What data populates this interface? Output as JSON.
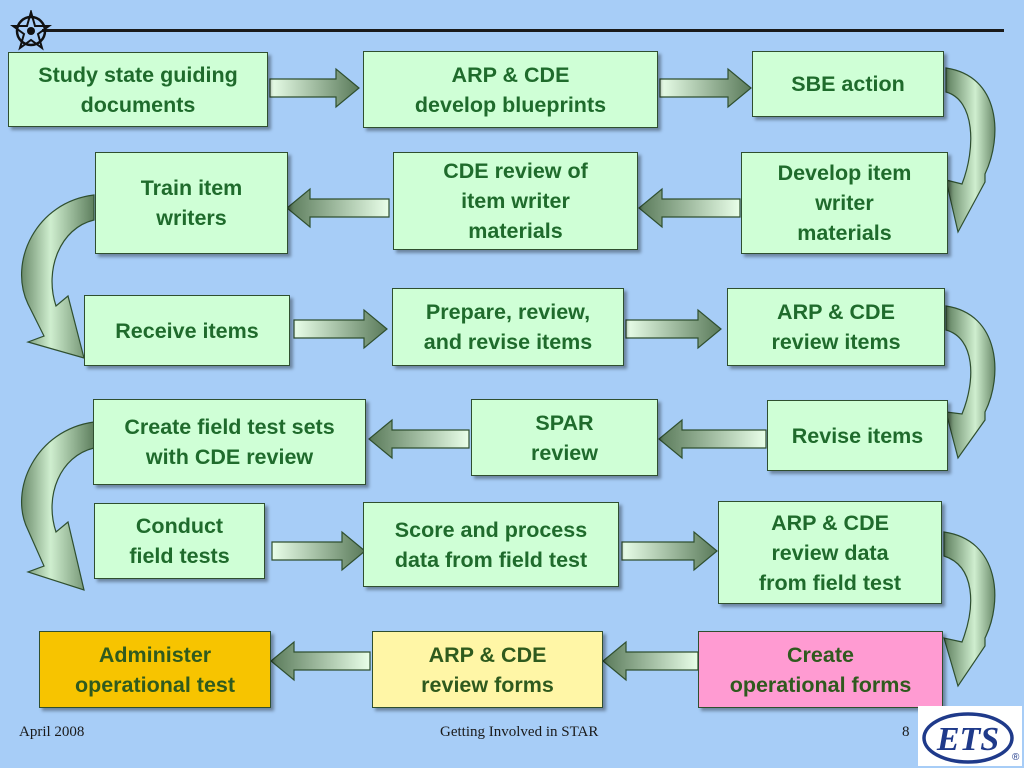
{
  "colors": {
    "background": "#a7cdf7",
    "box_fill": "#cfffd6",
    "box_text": "#1f6b2c",
    "administer_fill": "#f7c400",
    "review_forms_fill": "#fff6a6",
    "create_forms_fill": "#ff9bd2"
  },
  "steps": [
    "Study state guiding\ndocuments",
    "ARP & CDE\ndevelop blueprints",
    "SBE action",
    "Develop item\nwriter\nmaterials",
    "CDE review of\nitem writer\nmaterials",
    "Train item\nwriters",
    "Receive items",
    "Prepare, review,\nand revise items",
    "ARP & CDE\nreview items",
    "Revise items",
    "SPAR\nreview",
    "Create field test sets\nwith CDE review",
    "Conduct\nfield tests",
    "Score and process\ndata from field test",
    "ARP & CDE\nreview data\nfrom field test",
    "Create\noperational forms",
    "ARP & CDE\nreview forms",
    "Administer\noperational test"
  ],
  "footer": {
    "date": "April  2008",
    "title": "Getting Involved in STAR",
    "page_number": "8",
    "logo_text": "ETS",
    "logo_mark": "®"
  }
}
